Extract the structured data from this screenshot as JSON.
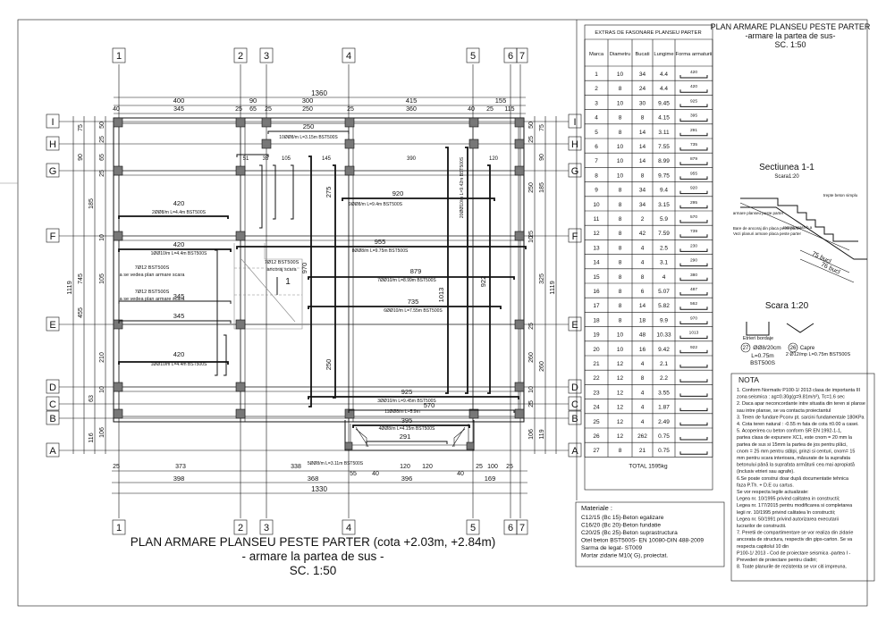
{
  "title": {
    "main": "PLAN ARMARE PLANSEU PESTE PARTER (cota +2.03m, +2.84m)",
    "sub": "- armare la partea de sus -",
    "scale": "SC. 1:50"
  },
  "side_title": {
    "main": "PLAN ARMARE PLANSEU PESTE PARTER",
    "sub": "-armare la partea de sus-",
    "scale": "SC. 1:50"
  },
  "grid": {
    "columns": [
      "1",
      "2",
      "3",
      "4",
      "5",
      "6",
      "7"
    ],
    "rows": [
      "I",
      "H",
      "G",
      "F",
      "E",
      "D",
      "C",
      "B",
      "A"
    ]
  },
  "dims": {
    "top_total": "1360",
    "top_row1": [
      "400",
      "90",
      "300",
      "415",
      "155"
    ],
    "top_row2": [
      "40",
      "345",
      "25",
      "65",
      "25",
      "250",
      "25",
      "360",
      "40",
      "25",
      "115"
    ],
    "bottom_row1": [
      "25",
      "373",
      "338",
      "120",
      "120",
      "25",
      "100",
      "25"
    ],
    "bottom_row1b": [
      "55",
      "40",
      "40"
    ],
    "bottom_row2": [
      "398",
      "368",
      "396",
      "169"
    ],
    "bottom_total": "1330",
    "left_total": "1119",
    "left_a": [
      "75",
      "90",
      "185",
      "745",
      "455"
    ],
    "left_b": [
      "50",
      "25",
      "65",
      "25",
      "10",
      "105",
      "210",
      "10",
      "63",
      "106",
      "116"
    ],
    "right_total": "1119",
    "right_a": [
      "75",
      "90",
      "185",
      "325",
      "260",
      "119"
    ],
    "right_b": [
      "50",
      "25",
      "250",
      "25",
      "10",
      "25",
      "260",
      "10",
      "25",
      "106"
    ]
  },
  "bars": {
    "b920": "920",
    "b955": "955",
    "b879": "879",
    "b735": "735",
    "b925": "925",
    "b570": "570",
    "b395": "395",
    "b291": "291",
    "b420a": "420",
    "b420b": "420",
    "b420c": "420",
    "b345a": "345",
    "b345b": "345",
    "b250": "250",
    "b275": "275",
    "b970": "970",
    "b1013": "1013",
    "b922": "922",
    "b390": "390",
    "b145": "145",
    "b105": "105",
    "b35": "35",
    "b51": "51",
    "b120": "120",
    "lab1": "1ØØ10/m L=4.4m BST500S",
    "lab2": "2ØØ8/m L=4.4m BST500S",
    "lab3": "3ØØ10/m L=9.45m BST500S",
    "lab4": "4ØØ8/m L=4.15m BST500S",
    "lab5": "5ØØ8/m L=3.11m BST500S",
    "lab6": "6ØØ10/m L=7.55m BST500S",
    "lab7": "7ØØ10/m L=8.99m BST500S",
    "lab8": "8ØØ8/m L=9.75m BST500S",
    "lab9": "9ØØ8/m L=9.4m BST500S",
    "lab10": "10ØØ8/m L=3.15m BST500S",
    "lab11": "11ØØ8/m L=5.9m",
    "lab20": "20ØØ10/m L=9.42m BST500S",
    "lab23": "23ØØ8/m L=3.55m",
    "lab24": "24ØØ8/m L=1.87m",
    "lab_b1": "7Ø12 BST500S",
    "lab_b2": "a se vedea plan armare scara",
    "lab_b3": "7Ø12 BST500S",
    "lab_b4": "a se vedea plan armare scara",
    "lab_b5": "7Ø12 BST500S",
    "lab_b6": "ancoraj scara",
    "section_mark": "1"
  },
  "table": {
    "title": "EXTRAS DE FASONARE PLANSEU PARTER",
    "headers": [
      "Marca",
      "Diametru",
      "Bucati",
      "Lungime",
      "Forma armaturii"
    ],
    "rows": [
      [
        "1",
        "10",
        "34",
        "4.4",
        "420"
      ],
      [
        "2",
        "8",
        "24",
        "4.4",
        "420"
      ],
      [
        "3",
        "10",
        "30",
        "9.45",
        "925"
      ],
      [
        "4",
        "8",
        "8",
        "4.15",
        "395"
      ],
      [
        "5",
        "8",
        "14",
        "3.11",
        "291"
      ],
      [
        "6",
        "10",
        "14",
        "7.55",
        "735"
      ],
      [
        "7",
        "10",
        "14",
        "8.99",
        "879"
      ],
      [
        "8",
        "10",
        "8",
        "9.75",
        "955"
      ],
      [
        "9",
        "8",
        "34",
        "9.4",
        "920"
      ],
      [
        "10",
        "8",
        "34",
        "3.15",
        "295"
      ],
      [
        "11",
        "8",
        "2",
        "5.9",
        "570"
      ],
      [
        "12",
        "8",
        "42",
        "7.59",
        "739"
      ],
      [
        "13",
        "8",
        "4",
        "2.5",
        "230"
      ],
      [
        "14",
        "8",
        "4",
        "3.1",
        "290"
      ],
      [
        "15",
        "8",
        "8",
        "4",
        "380"
      ],
      [
        "16",
        "8",
        "6",
        "5.07",
        "487"
      ],
      [
        "17",
        "8",
        "14",
        "5.82",
        "562"
      ],
      [
        "18",
        "8",
        "18",
        "9.9",
        "970"
      ],
      [
        "19",
        "10",
        "48",
        "10.33",
        "1013"
      ],
      [
        "20",
        "10",
        "16",
        "9.42",
        "922"
      ],
      [
        "21",
        "12",
        "4",
        "2.1",
        ""
      ],
      [
        "22",
        "12",
        "8",
        "2.2",
        ""
      ],
      [
        "23",
        "12",
        "4",
        "3.55",
        ""
      ],
      [
        "24",
        "12",
        "4",
        "1.87",
        ""
      ],
      [
        "25",
        "12",
        "4",
        "2.49",
        ""
      ],
      [
        "26",
        "12",
        "262",
        "0.75",
        ""
      ],
      [
        "27",
        "8",
        "21",
        "0.75",
        ""
      ]
    ],
    "total": "TOTAL 1595kg"
  },
  "section": {
    "title": "Sectiunea 1-1",
    "scale": "Scara1:20",
    "label1": "trepte beton simplu",
    "label2": "armare planseu peste parter",
    "label3": "Bare de ancoraj din placa peste parter",
    "label4": "Vezi planuri armare placa peste parter",
    "label5": "rampa scara b.a",
    "dim1": "75 bucl",
    "dim2": "76 bucl"
  },
  "scara": {
    "title": "Scara 1:20",
    "etrier_label": "Etrieri bordaje",
    "etrier_mark": "27",
    "etrier_spec": "ØØ8/20cm",
    "etrier_len": "L=0.75m",
    "etrier_steel": "BST500S",
    "capre_mark": "26",
    "capre_label": "Capre",
    "capre_spec": "2 Ø12/mp L=0.75m BST500S"
  },
  "materials": {
    "title": "Materiale :",
    "lines": [
      "C12/15 (Bc 15)-Beton egalizare",
      "C16/20 (Bc 20)-Beton  fundatie",
      "C20/25 (Bc 25)-Beton suprastructura",
      "Otel beton BST500S- EN 10080-DIN 488-2009",
      "Sarma de legat- ST009",
      "Mortar zidarie M10( G), proiectat."
    ]
  },
  "notes": {
    "title": "NOTA",
    "lines": [
      "1. Conform Normativ P100-1/ 2013 clasa de importanta III",
      "   zona seismica : ag=0.30g(g=9.81m/s²), Tc=1.6 sec",
      "2. Daca apar neconcordante intre situatia din teren si planse",
      "   sau intre planse, se va contacta proiectantul",
      "3. Teren de fundare Pconv pt. sarcini fundamentale 180KPa",
      "4. Cota teren natural : -0.55 m fata de cota ±0.00 a casei.",
      "5.       Acoperirea cu beton conform SR EN 1992-1-1,",
      "partea clasa de expunere XC1, este cnom = 20 mm la",
      "partea de sus si 15mm la partea de jos pentru plăci,",
      "cnom = 25 mm pentru stâlpi, grinzi si centuri, cnom= 15",
      "mm pentru scara interioara, măsurate de la suprafata",
      "betonului până la suprafata armăturii cea mai apropiată",
      "(inclusiv etrieri sau agrafe).",
      "6.Se poate construi doar după documentatie tehnica",
      "faza P.Th. + D.E cu cartus.",
      "Se vor respecta legile actualizate:",
      "Legea nr. 10/1995 privind calitatea in constructii;",
      "Legea nr. 177/2015 pentru modificarea si completarea",
      "legii nr. 10/1995 privind calitatea în constructii;",
      "Legea nr. 50/1991 privind autorizarea executarii",
      "lucrarilor de constructii.",
      "7. Peretii de compartimentare se vor realiza din zidarie",
      "ancorata de structura, respectiv din gips-carton. Se va",
      "respecta capitolul 10 din",
      "P100-1/ 2013 - Cod de proiectare seismica -partea I -",
      "Prevederi de proiectare pentru cladiri;",
      "8. Toate planurile  de rezistenta se vor citi impreuna."
    ]
  }
}
